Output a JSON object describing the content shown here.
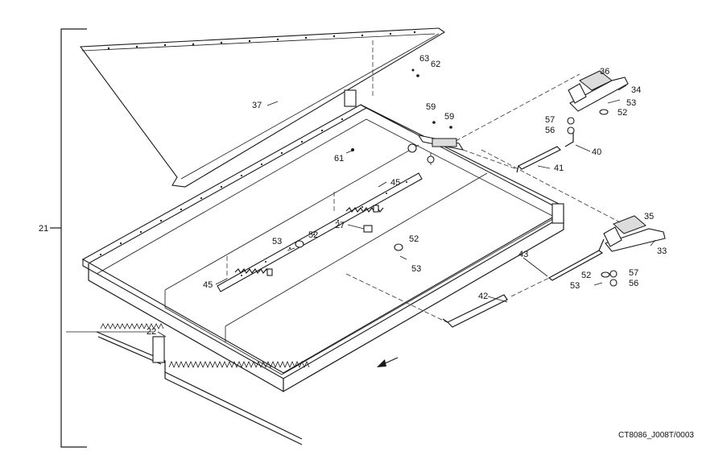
{
  "assembly_label": "21",
  "drawing_code": "CT8086_J008T/0003",
  "callouts": {
    "c22": "22",
    "c27": "27",
    "c33": "33",
    "c34": "34",
    "c35": "35",
    "c36": "36",
    "c37": "37",
    "c40": "40",
    "c41": "41",
    "c42": "42",
    "c43": "43",
    "c45a": "45",
    "c45b": "45",
    "c52a": "52",
    "c52b": "52",
    "c52c": "52",
    "c52d": "52",
    "c53a": "53",
    "c53b": "53",
    "c53c": "53",
    "c53d": "53",
    "c56a": "56",
    "c56b": "56",
    "c57a": "57",
    "c57b": "57",
    "c59a": "59",
    "c59b": "59",
    "c61": "61",
    "c62": "62",
    "c63": "63"
  }
}
